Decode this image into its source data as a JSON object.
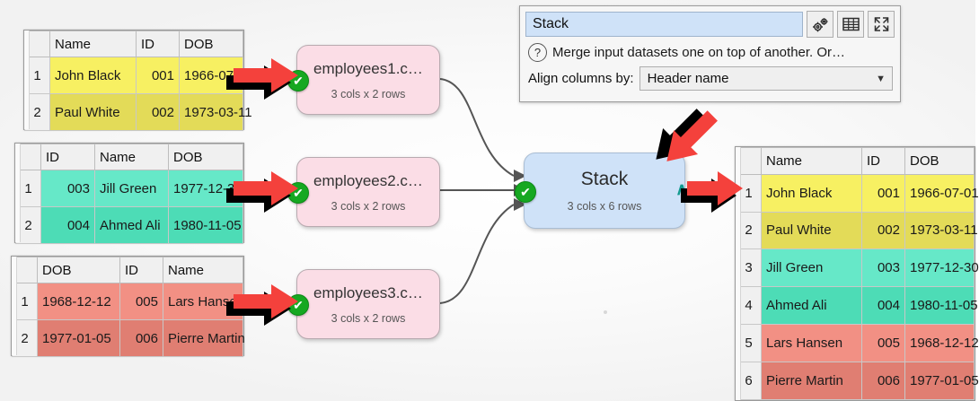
{
  "canvas": {
    "background": "#fafafa"
  },
  "input_tables": [
    {
      "name": "employees1-table",
      "fill": "#f7f062",
      "headers": [
        "",
        "Name",
        "ID",
        "DOB"
      ],
      "rows": [
        {
          "n": "1",
          "cells": [
            "John Black",
            "001",
            "1966-07-01"
          ]
        },
        {
          "n": "2",
          "cells": [
            "Paul White",
            "002",
            "1973-03-11"
          ]
        }
      ]
    },
    {
      "name": "employees2-table",
      "fill": "#66e8c8",
      "headers": [
        "",
        "ID",
        "Name",
        "DOB"
      ],
      "rows": [
        {
          "n": "1",
          "cells": [
            "003",
            "Jill Green",
            "1977-12-30"
          ]
        },
        {
          "n": "2",
          "cells": [
            "004",
            "Ahmed Ali",
            "1980-11-05"
          ]
        }
      ]
    },
    {
      "name": "employees3-table",
      "fill": "#f29084",
      "headers": [
        "",
        "DOB",
        "ID",
        "Name"
      ],
      "rows": [
        {
          "n": "1",
          "cells": [
            "1968-12-12",
            "005",
            "Lars Hansen"
          ]
        },
        {
          "n": "2",
          "cells": [
            "1977-01-05",
            "006",
            "Pierre Martin"
          ]
        }
      ]
    }
  ],
  "nodes": [
    {
      "title": "employees1.c…",
      "sub": "3 cols x 2 rows",
      "status": "ok",
      "color": "#fbdde6"
    },
    {
      "title": "employees2.c…",
      "sub": "3 cols x 2 rows",
      "status": "ok",
      "color": "#fbdde6"
    },
    {
      "title": "employees3.c…",
      "sub": "3 cols x 2 rows",
      "status": "ok",
      "color": "#fbdde6"
    },
    {
      "title": "Stack",
      "sub": "3 cols x 6 rows",
      "status": "ok",
      "color": "#cfe2f8",
      "output_marker": "∧"
    }
  ],
  "panel": {
    "name_value": "Stack",
    "icons": [
      "gears-icon",
      "table-icon",
      "expand-icon"
    ],
    "description": "Merge input datasets one on top of another. Or…",
    "help_glyph": "?",
    "align_label": "Align columns by:",
    "align_value": "Header name",
    "dropdown_arrow": "▼"
  },
  "output_table": {
    "name": "stack-output-table",
    "headers": [
      "",
      "Name",
      "ID",
      "DOB"
    ],
    "rows": [
      {
        "n": "1",
        "cells": [
          "John Black",
          "001",
          "1966-07-01"
        ],
        "fill": "#f7f062"
      },
      {
        "n": "2",
        "cells": [
          "Paul White",
          "002",
          "1973-03-11"
        ],
        "fill": "#e3db58"
      },
      {
        "n": "3",
        "cells": [
          "Jill Green",
          "003",
          "1977-12-30"
        ],
        "fill": "#66e8c8"
      },
      {
        "n": "4",
        "cells": [
          "Ahmed Ali",
          "004",
          "1980-11-05"
        ],
        "fill": "#4ddcb6"
      },
      {
        "n": "5",
        "cells": [
          "Lars Hansen",
          "005",
          "1968-12-12"
        ],
        "fill": "#f29084"
      },
      {
        "n": "6",
        "cells": [
          "Pierre Martin",
          "006",
          "1977-01-05"
        ],
        "fill": "#e07e72"
      }
    ]
  },
  "annotations": {
    "arrow_color": "#f4413c",
    "shadow_color": "#000000",
    "count": 5
  }
}
